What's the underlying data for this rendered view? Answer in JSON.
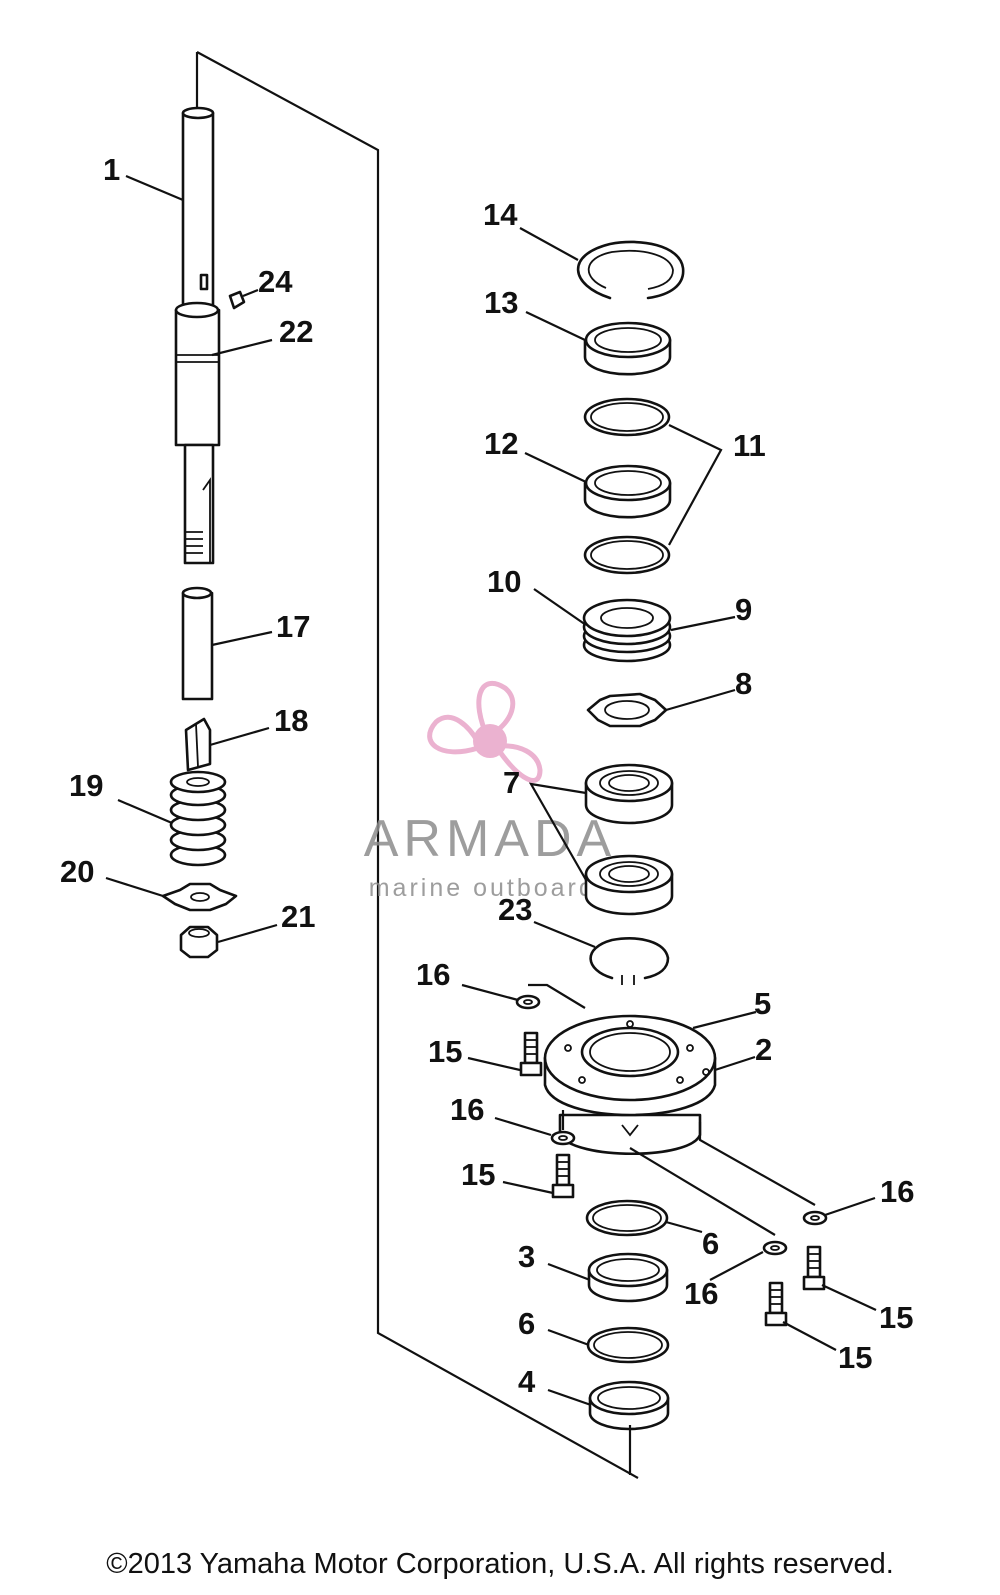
{
  "callouts": {
    "c1": "1",
    "c2": "2",
    "c3": "3",
    "c4": "4",
    "c5": "5",
    "c6a": "6",
    "c6b": "6",
    "c7": "7",
    "c8": "8",
    "c9": "9",
    "c10": "10",
    "c11": "11",
    "c12": "12",
    "c13": "13",
    "c14": "14",
    "c15a": "15",
    "c15b": "15",
    "c15c": "15",
    "c15d": "15",
    "c16a": "16",
    "c16b": "16",
    "c16c": "16",
    "c16d": "16",
    "c17": "17",
    "c18": "18",
    "c19": "19",
    "c20": "20",
    "c21": "21",
    "c22": "22",
    "c23": "23",
    "c24": "24"
  },
  "watermark": {
    "brand": "ARMADA",
    "tagline": "marine outboards",
    "brand_color": "#8c8c8c",
    "logo_color": "#e8a5c8",
    "logo_icon": "propeller-icon"
  },
  "copyright": "©2013 Yamaha Motor Corporation, U.S.A. All rights reserved."
}
